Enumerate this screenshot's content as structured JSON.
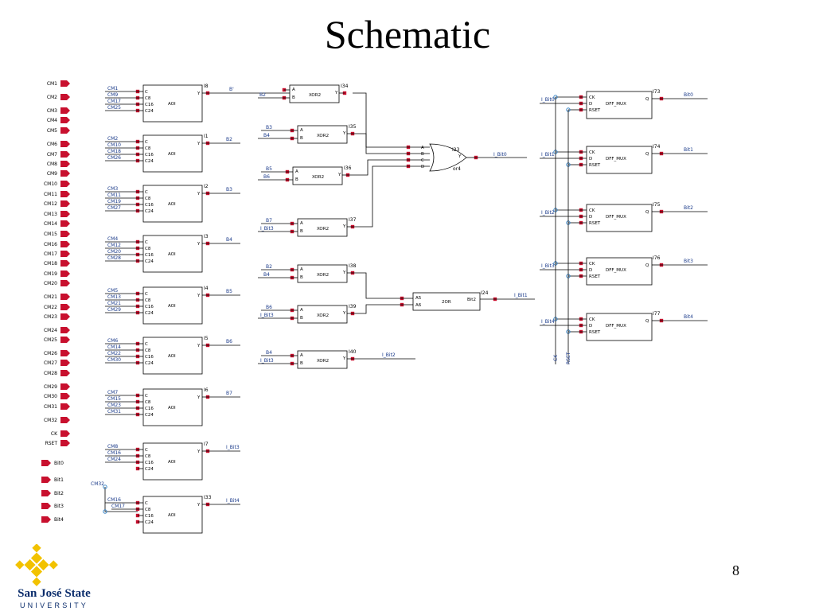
{
  "title": "Schematic",
  "page_number": "8",
  "logo": {
    "line1": "San José State",
    "line2": "UNIVERSITY",
    "accent_color": "#F2C200",
    "text_color": "#0A2C6B"
  },
  "colors": {
    "pin": "#C8102E",
    "wire": "#000000",
    "junction": "#3A86C8",
    "net_label": "#1a3a8a"
  },
  "inputs": [
    "CM1",
    "CM2",
    "CM3",
    "CM4",
    "CM5",
    "CM6",
    "CM7",
    "CM8",
    "CM9",
    "CM10",
    "CM11",
    "CM12",
    "CM13",
    "CM14",
    "CM15",
    "CM16",
    "CM17",
    "CM18",
    "CM19",
    "CM20",
    "CM21",
    "CM22",
    "CM23",
    "CM24",
    "CM25",
    "CM26",
    "CM27",
    "CM28",
    "CM29",
    "CM30",
    "CM31",
    "CM32",
    "CK",
    "RSET"
  ],
  "outputs": [
    "Bit0",
    "Bit1",
    "Bit2",
    "Bit3",
    "Bit4"
  ],
  "aoi": [
    {
      "inputs": [
        "CM1",
        "CM9",
        "CM17",
        "CM25"
      ],
      "pins": [
        "C",
        "C8",
        "C16",
        "C24"
      ],
      "name": "AOI",
      "inst": "I8",
      "out": "B'"
    },
    {
      "inputs": [
        "CM2",
        "CM10",
        "CM18",
        "CM26"
      ],
      "pins": [
        "C",
        "C8",
        "C16",
        "C24"
      ],
      "name": "AOI",
      "inst": "I1",
      "out": "B2"
    },
    {
      "inputs": [
        "CM3",
        "CM11",
        "CM19",
        "CM27"
      ],
      "pins": [
        "C",
        "C8",
        "C16",
        "C24"
      ],
      "name": "AOI",
      "inst": "I2",
      "out": "B3"
    },
    {
      "inputs": [
        "CM4",
        "CM12",
        "CM20",
        "CM28"
      ],
      "pins": [
        "C",
        "C8",
        "C16",
        "C24"
      ],
      "name": "AOI",
      "inst": "I3",
      "out": "B4"
    },
    {
      "inputs": [
        "CM5",
        "CM13",
        "CM21",
        "CM29"
      ],
      "pins": [
        "C",
        "C8",
        "C16",
        "C24"
      ],
      "name": "AOI",
      "inst": "I4",
      "out": "B5"
    },
    {
      "inputs": [
        "CM6",
        "CM14",
        "CM22",
        "CM30"
      ],
      "pins": [
        "C",
        "C8",
        "C16",
        "C24"
      ],
      "name": "AOI",
      "inst": "I5",
      "out": "B6"
    },
    {
      "inputs": [
        "CM7",
        "CM15",
        "CM23",
        "CM31"
      ],
      "pins": [
        "C",
        "C8",
        "C16",
        "C24"
      ],
      "name": "AOI",
      "inst": "I6",
      "out": "B7"
    },
    {
      "inputs": [
        "CM8",
        "CM16",
        "CM24"
      ],
      "pins": [
        "C",
        "C8",
        "C16",
        "C24"
      ],
      "name": "AOI",
      "inst": "I7",
      "out": "I_Bit3"
    },
    {
      "inputs": [
        "CM16",
        "CM17"
      ],
      "pins": [
        "C",
        "C8",
        "C16",
        "C24"
      ],
      "name": "AOI",
      "inst": "I33",
      "out": "I_Bit4"
    }
  ],
  "aoi_extra_label": "CM32",
  "xor": [
    {
      "a": "B'",
      "b": "B2",
      "name": "XOR2",
      "inst": "I34"
    },
    {
      "a": "B3",
      "b": "B4",
      "name": "XOR2",
      "inst": "I35"
    },
    {
      "a": "B5",
      "b": "B6",
      "name": "XOR2",
      "inst": "I36"
    },
    {
      "a": "B7",
      "b": "I_Bit3",
      "name": "XOR2",
      "inst": "I37"
    },
    {
      "a": "B2",
      "b": "B4",
      "name": "XOR2",
      "inst": "I38"
    },
    {
      "a": "B6",
      "b": "I_Bit3",
      "name": "XOR2",
      "inst": "I39"
    },
    {
      "a": "B4",
      "b": "I_Bit3",
      "name": "XOR2",
      "inst": "I40",
      "out": "I_Bit2"
    }
  ],
  "or4": {
    "inst": "I23",
    "name": "or4",
    "pins": [
      "A",
      "B",
      "C",
      "D"
    ],
    "y": "Y",
    "out": "I_Bit0"
  },
  "or2": {
    "inst": "I24",
    "name": "2OR",
    "pins": [
      "A5",
      "A6"
    ],
    "y": "Bit2",
    "out": "I_Bit1"
  },
  "dff": [
    {
      "inst": "I73",
      "in": "I_Bit0",
      "out": "Bit0"
    },
    {
      "inst": "I74",
      "in": "I_Bit1",
      "out": "Bit1"
    },
    {
      "inst": "I75",
      "in": "I_Bit2",
      "out": "Bit2"
    },
    {
      "inst": "I76",
      "in": "I_Bit3",
      "out": "Bit3"
    },
    {
      "inst": "I77",
      "in": "I_Bit4",
      "out": "Bit4"
    }
  ],
  "dff_name": "DFF_MUX",
  "dff_pins": [
    "CK",
    "D",
    "RSET",
    "Q"
  ],
  "bus_labels": [
    "CK",
    "RSET"
  ]
}
